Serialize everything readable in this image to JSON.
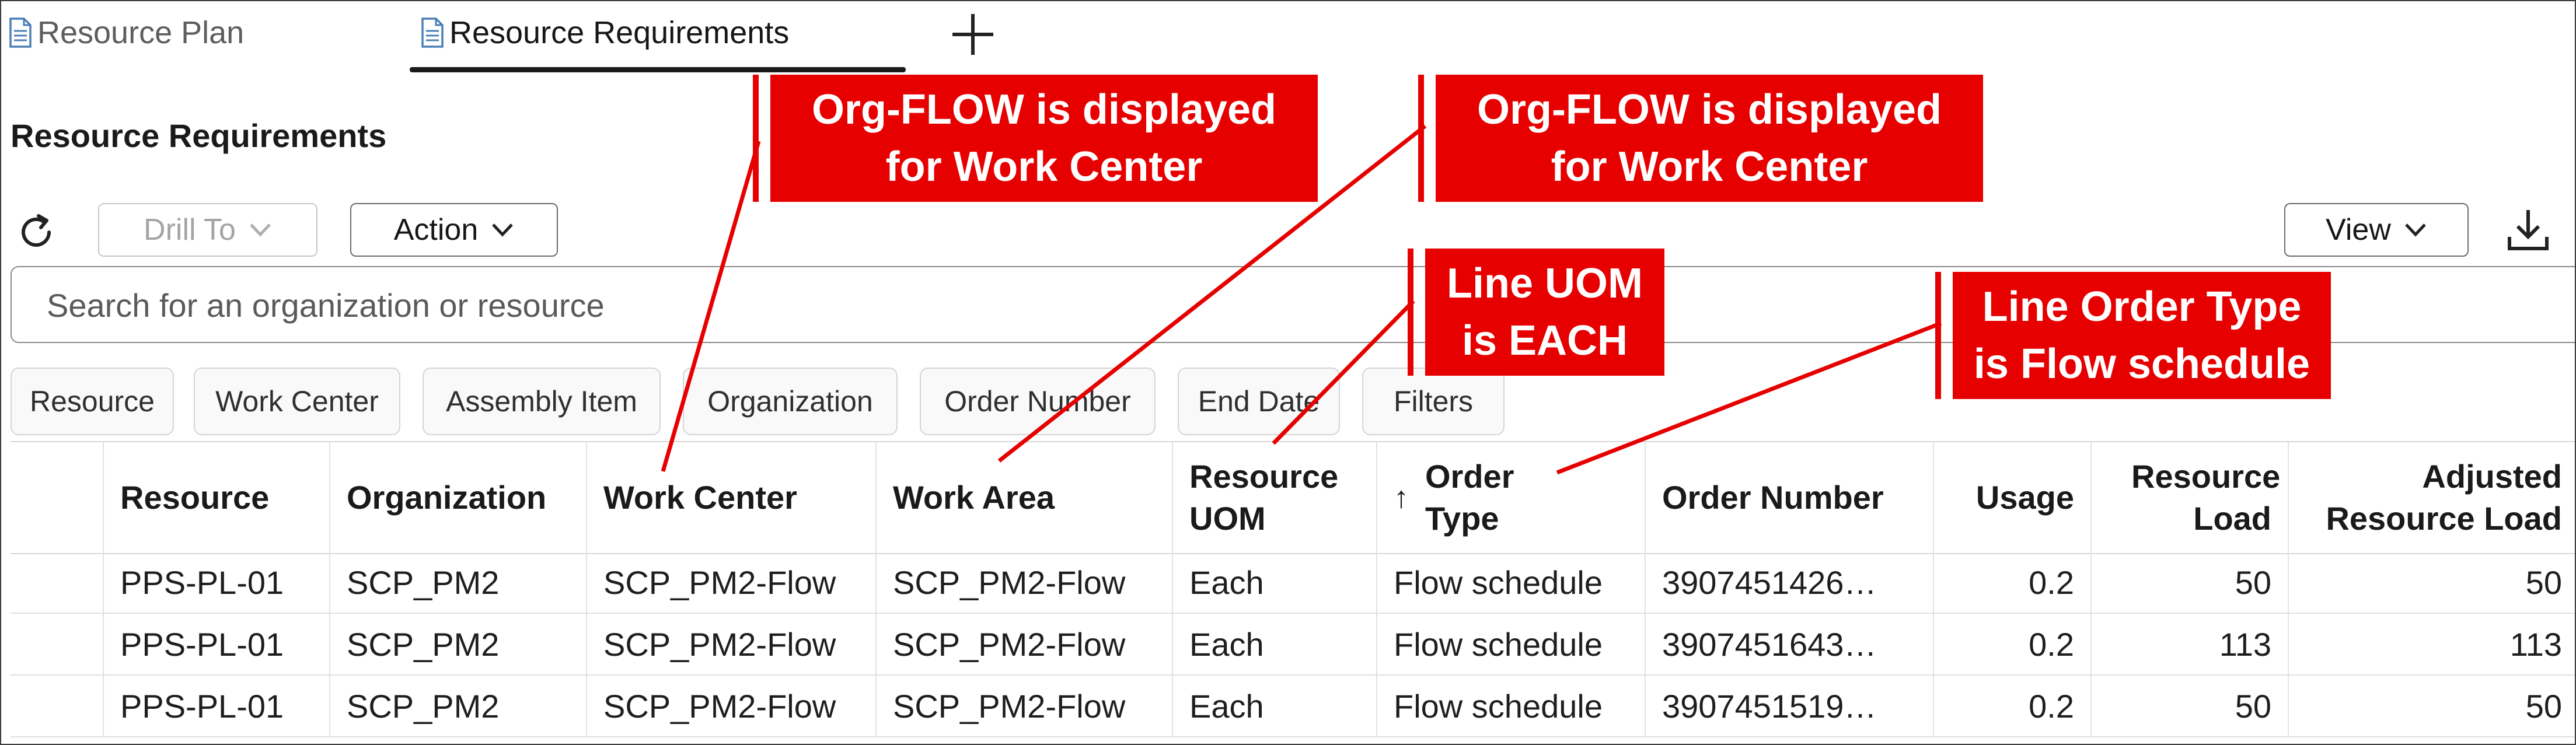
{
  "tabs": [
    {
      "label": "Resource Plan"
    },
    {
      "label": "Resource Requirements"
    }
  ],
  "page_title": "Resource Requirements",
  "toolbar": {
    "drill_to_label": "Drill To",
    "action_label": "Action",
    "view_label": "View"
  },
  "search": {
    "placeholder": "Search for an organization or resource",
    "value": ""
  },
  "filters": [
    "Resource",
    "Work Center",
    "Assembly Item",
    "Organization",
    "Order Number",
    "End Date",
    "Filters"
  ],
  "table": {
    "columns": [
      "Resource",
      "Organization",
      "Work Center",
      "Work Area",
      "Resource UOM",
      "Order Type",
      "Order Number",
      "Usage",
      "Resource Load",
      "Adjusted Resource Load"
    ],
    "sort": {
      "column": "Order Type",
      "direction": "ascending",
      "arrow": "↑"
    },
    "rows": [
      [
        "PPS-PL-01",
        "SCP_PM2",
        "SCP_PM2-Flow",
        "SCP_PM2-Flow",
        "Each",
        "Flow schedule",
        "3907451426…",
        "0.2",
        "50",
        "50"
      ],
      [
        "PPS-PL-01",
        "SCP_PM2",
        "SCP_PM2-Flow",
        "SCP_PM2-Flow",
        "Each",
        "Flow schedule",
        "3907451643…",
        "0.2",
        "113",
        "113"
      ],
      [
        "PPS-PL-01",
        "SCP_PM2",
        "SCP_PM2-Flow",
        "SCP_PM2-Flow",
        "Each",
        "Flow schedule",
        "3907451519…",
        "0.2",
        "50",
        "50"
      ]
    ]
  },
  "callouts": [
    {
      "line1": "Org-FLOW is displayed",
      "line2": "for Work Center"
    },
    {
      "line1": "Org-FLOW is displayed",
      "line2": "for Work Center"
    },
    {
      "line1": "Line UOM",
      "line2": "is EACH"
    },
    {
      "line1": "Line Order Type",
      "line2": "is Flow schedule"
    }
  ],
  "colors": {
    "callout": "#e60000",
    "callout_text": "#ffffff",
    "border": "#6b6b6b",
    "text": "#1e1e1e"
  },
  "icons": [
    "document-icon",
    "add-tab-icon",
    "refresh-icon",
    "chevron-down-icon",
    "download-icon"
  ]
}
